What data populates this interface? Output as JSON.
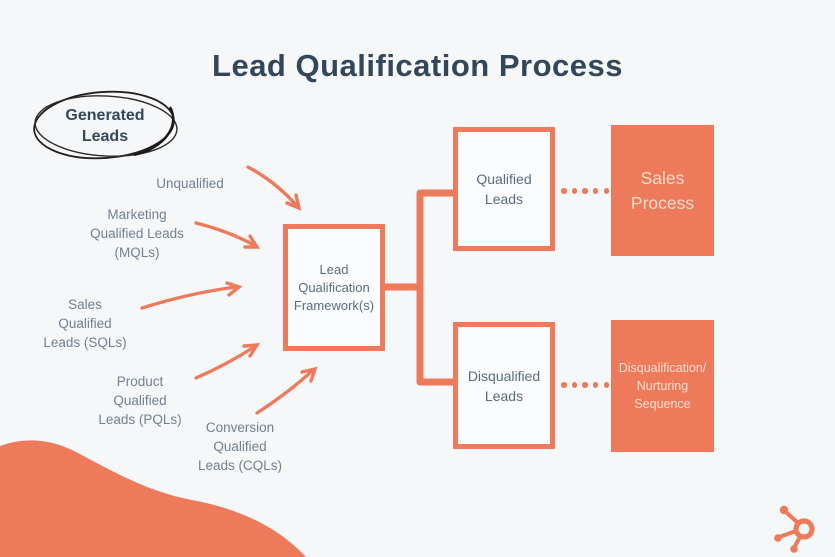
{
  "title": "Lead Qualification Process",
  "colors": {
    "accent": "#ee7a5c",
    "bg": "#f6f7f9",
    "heading": "#33475b",
    "label": "#72808f",
    "boxtext": "#5b6b7d",
    "lighttext": "#fadcce"
  },
  "source_node": {
    "label": "Generated\nLeads"
  },
  "lead_types": [
    {
      "id": "unqualified",
      "label": "Unqualified"
    },
    {
      "id": "mqls",
      "label": "Marketing\nQualified Leads\n(MQLs)"
    },
    {
      "id": "sqls",
      "label": "Sales\nQualified\nLeads (SQLs)"
    },
    {
      "id": "pqls",
      "label": "Product\nQualified\nLeads (PQLs)"
    },
    {
      "id": "cqls",
      "label": "Conversion\nQualified\nLeads (CQLs)"
    }
  ],
  "framework": {
    "label": "Lead\nQualification\nFramework(s)"
  },
  "outcomes": [
    {
      "id": "qualified",
      "label": "Qualified\nLeads"
    },
    {
      "id": "disqualified",
      "label": "Disqualified\nLeads"
    }
  ],
  "destinations": [
    {
      "id": "sales-process",
      "label": "Sales\nProcess"
    },
    {
      "id": "disqualification-nurturing",
      "label": "Disqualification/\nNurturing\nSequence"
    }
  ],
  "logo": {
    "name": "hubspot-sprocket"
  }
}
